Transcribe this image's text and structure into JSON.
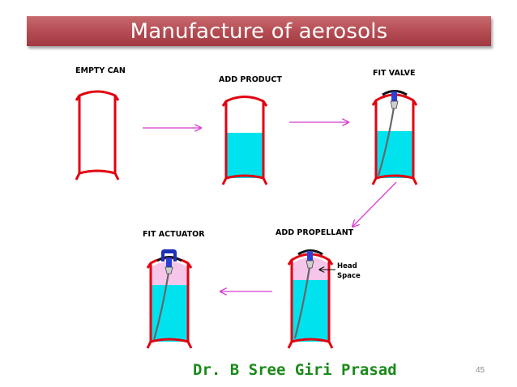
{
  "title": "Manufacture of aerosols",
  "steps": [
    {
      "label": "EMPTY CAN"
    },
    {
      "label": "ADD PRODUCT"
    },
    {
      "label": "FIT VALVE"
    },
    {
      "label": "ADD PROPELLANT"
    },
    {
      "label": "FIT ACTUATOR"
    }
  ],
  "annotation": {
    "line1": "Head",
    "line2": "Space"
  },
  "footer": {
    "author": "Dr. B Sree Giri Prasad",
    "slide_number": "45"
  },
  "colors": {
    "title_bar": "#b34a51",
    "can_outline": "#e3000f",
    "product_fill": "#00e3ef",
    "propellant_fill": "#f6c6ea",
    "flow_arrow": "#d83cd0",
    "valve": "#2a3fd6",
    "author_text": "#1a8a1a"
  }
}
